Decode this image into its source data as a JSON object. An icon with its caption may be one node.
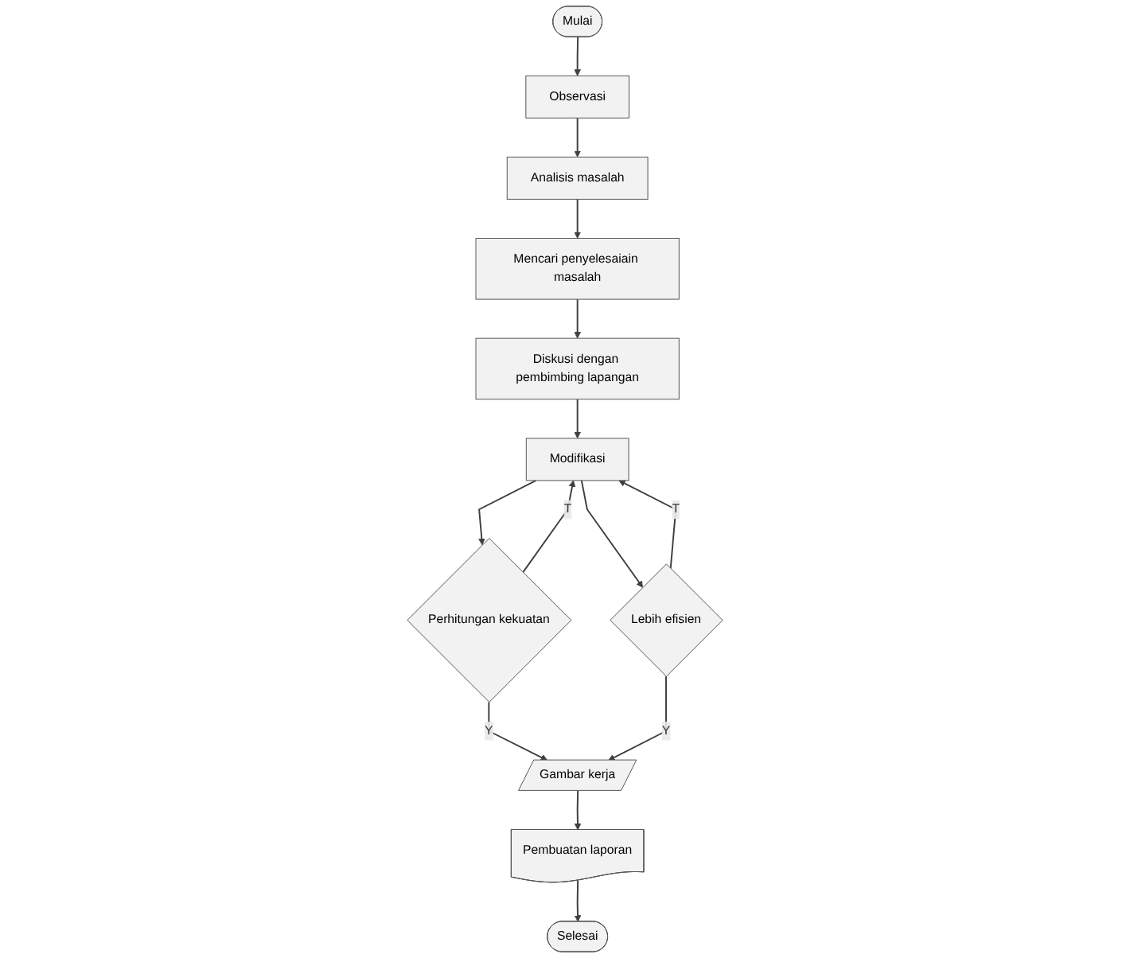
{
  "diagram": {
    "nodes": [
      {
        "text": [
          "Mulai"
        ]
      },
      {
        "text": [
          "Observasi"
        ]
      },
      {
        "text": [
          "Analisis masalah"
        ]
      },
      {
        "text": [
          "Mencari penyelesaiain masalah"
        ]
      },
      {
        "text": [
          "Diskusi dengan pembimbing lapangan"
        ]
      },
      {
        "text": [
          "Modifikasi"
        ]
      },
      {
        "text": [
          "Perhitungan kekuatan"
        ]
      },
      {
        "text": [
          "Lebih efisien"
        ]
      },
      {
        "text": [
          "Gambar kerja"
        ]
      },
      {
        "text": [
          "Pembuatan laporan"
        ]
      },
      {
        "text": [
          "Selesai"
        ]
      }
    ],
    "edges": [
      {
        "from": 0,
        "to": 1,
        "arrow": "to"
      },
      {
        "from": 1,
        "to": 2,
        "arrow": "to"
      },
      {
        "from": 2,
        "to": 3,
        "arrow": "to"
      },
      {
        "from": 3,
        "to": 4,
        "arrow": "to"
      },
      {
        "from": 4,
        "to": 5,
        "arrow": "to"
      },
      {
        "from": 5,
        "to": 6,
        "arrow": "to"
      },
      {
        "from": 5,
        "to": 7,
        "arrow": "to"
      },
      {
        "from": 6,
        "to": 8,
        "arrow": "to",
        "label": "Y"
      },
      {
        "from": 7,
        "to": 8,
        "arrow": "to",
        "label": "Y"
      },
      {
        "from": 6,
        "to": 5,
        "arrow": "to",
        "label": "T"
      },
      {
        "from": 7,
        "to": 5,
        "arrow": "to",
        "label": "T"
      },
      {
        "from": 8,
        "to": 9,
        "arrow": "to"
      },
      {
        "from": 9,
        "to": 10,
        "arrow": "to"
      }
    ]
  }
}
